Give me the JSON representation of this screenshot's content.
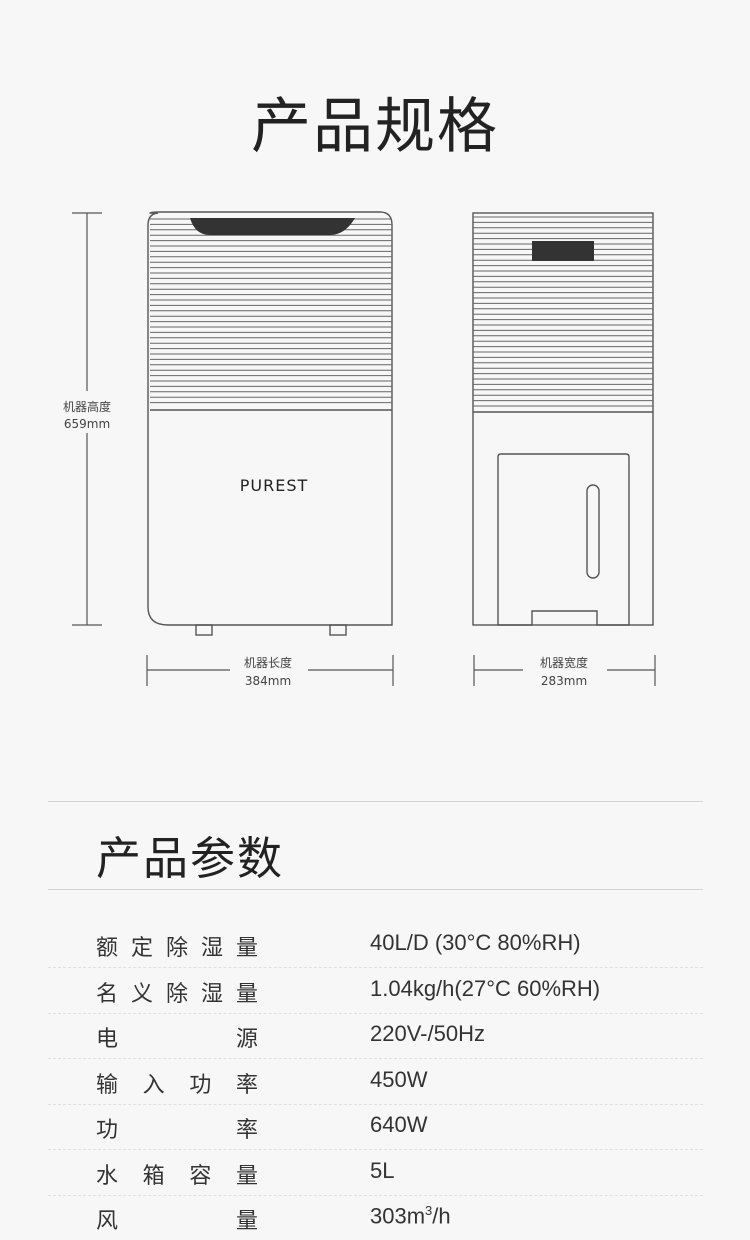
{
  "spec_title": "产品规格",
  "drawing": {
    "brand": "PUREST",
    "height_label": "机器高度",
    "height_value": "659mm",
    "length_label": "机器长度",
    "length_value": "384mm",
    "width_label": "机器宽度",
    "width_value": "283mm"
  },
  "params_title": "产品参数",
  "params": [
    {
      "label_chars": [
        "额",
        "定",
        "除",
        "湿",
        "量"
      ],
      "value": "40L/D (30°C 80%RH)"
    },
    {
      "label_chars": [
        "名",
        "义",
        "除",
        "湿",
        "量"
      ],
      "value": "1.04kg/h(27°C 60%RH)"
    },
    {
      "label_chars": [
        "电",
        "源"
      ],
      "value": "220V-/50Hz"
    },
    {
      "label_chars": [
        "输",
        "入",
        "功",
        "率"
      ],
      "value": "450W"
    },
    {
      "label_chars": [
        "功",
        "率"
      ],
      "value": "640W"
    },
    {
      "label_chars": [
        "水",
        "箱",
        "容",
        "量"
      ],
      "value": "5L"
    },
    {
      "label_chars": [
        "风",
        "量"
      ],
      "value": "303m",
      "value_sup": "3",
      "value_suffix": "/h"
    }
  ],
  "colors": {
    "background": "#f7f7f7",
    "line": "#555555",
    "dark_panel": "#333333"
  }
}
